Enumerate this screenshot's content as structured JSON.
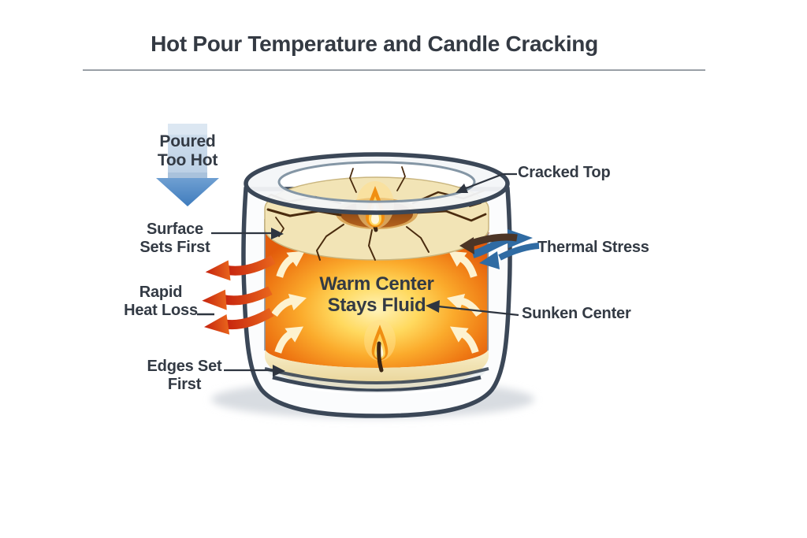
{
  "title": "Hot Pour Temperature and Candle Cracking",
  "labels": {
    "poured_too_hot": {
      "line1": "Poured",
      "line2": "Too Hot"
    },
    "cracked_top": "Cracked Top",
    "surface_sets_first": {
      "line1": "Surface",
      "line2": "Sets First"
    },
    "thermal_stress": "Thermal Stress",
    "rapid_heat_loss": {
      "line1": "Rapid",
      "line2": "Heat Loss"
    },
    "sunken_center": "Sunken Center",
    "edges_set_first": {
      "line1": "Edges Set",
      "line2": "First"
    },
    "warm_center": {
      "line1": "Warm Center",
      "line2": "Stays Fluid"
    }
  },
  "colors": {
    "ink": "#333a44",
    "title": "#343a43",
    "rule": "#9aa0a6",
    "pointer": "#2e3540",
    "blue_arrow_head": "#4b86c2",
    "blue_arrow_head_dark": "#3f7cbd",
    "blue_arrow_head_light": "#6fa0d2",
    "blue_arrow_shaft_light": "#d5e2ef",
    "blue_arrow_shaft": "#b9cee4",
    "blue_arrow_band": "#a9c2dc",
    "red_arrow_deep": "#c5220e",
    "red_arrow_hot": "#e8641c",
    "thermal_blue": "#2f6ba3",
    "thermal_brown": "#4c3526",
    "jar_outline": "#3b4757",
    "jar_glass": "#fbfcfd",
    "glass_inner_line": "#8496a5",
    "glass_base_shade": "#dfe6ea",
    "wax_cream": "#f2e4b6",
    "wax_band_light": "#f9f0cc",
    "wax_band_dark": "#e6cf8e",
    "crack": "#4a2b0e",
    "orange_edge": "#e25c0c",
    "orange_deep": "#d54f08",
    "orange_mid": "#fbab2c",
    "glow_warm": "#ffd95e",
    "glow_core": "#fff3bb",
    "crater_dark": "#77390b",
    "crater_light": "#b5621e",
    "crater_ledge": "#d9a558",
    "flame_outer": "#f08f12",
    "flame_mid": "#ffd45c",
    "flame_core": "#fff7dc",
    "flame_halo": "#ffdf8e",
    "wick": "#3a2413",
    "cream_arrow": "#fdf2d0",
    "shadow": "#d8dce1"
  }
}
